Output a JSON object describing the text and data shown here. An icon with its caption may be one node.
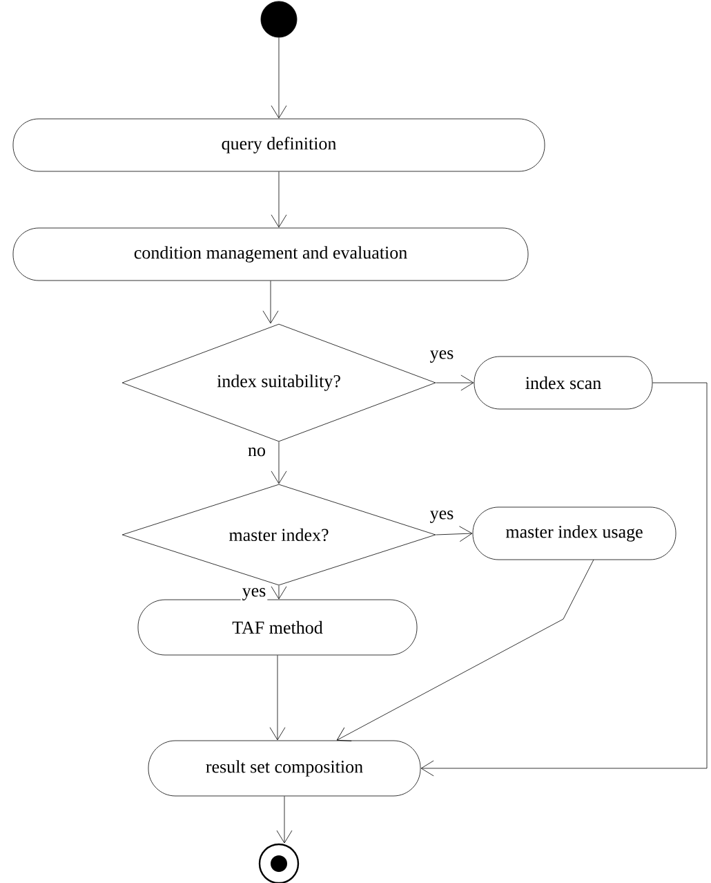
{
  "diagram": {
    "nodes": [
      {
        "text": [],
        "shape": "circle"
      },
      {
        "text": [
          "query definition"
        ]
      },
      {
        "text": [
          "condition management and evaluation"
        ]
      },
      {
        "text": [
          "index suitability?"
        ]
      },
      {
        "text": [
          "index scan"
        ]
      },
      {
        "text": [
          "master index?"
        ]
      },
      {
        "text": [
          "master index usage"
        ]
      },
      {
        "text": [
          "TAF method"
        ]
      },
      {
        "text": [
          "result set composition"
        ]
      },
      {
        "text": [],
        "shape": "bullseye"
      }
    ],
    "edges": [
      {
        "from": 0,
        "to": 1,
        "arrow": "to"
      },
      {
        "from": 1,
        "to": 2,
        "arrow": "to"
      },
      {
        "from": 2,
        "to": 3,
        "arrow": "to"
      },
      {
        "from": 3,
        "to": 4,
        "arrow": "to",
        "label": "yes"
      },
      {
        "from": 3,
        "to": 5,
        "arrow": "to",
        "label": "no"
      },
      {
        "from": 5,
        "to": 6,
        "arrow": "to",
        "label": "yes"
      },
      {
        "from": 5,
        "to": 7,
        "arrow": "to",
        "label": "yes"
      },
      {
        "from": 7,
        "to": 8,
        "arrow": "to"
      },
      {
        "from": 6,
        "to": 8,
        "arrow": "to"
      },
      {
        "from": 4,
        "to": 8,
        "arrow": "to"
      },
      {
        "from": 8,
        "to": 9,
        "arrow": "to"
      }
    ]
  }
}
